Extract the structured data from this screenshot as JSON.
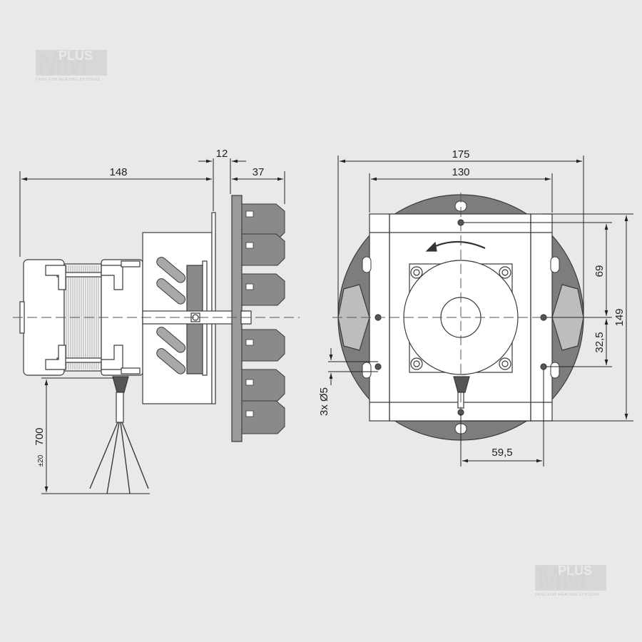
{
  "brand": {
    "logo_mark": "MM",
    "logo_word": "PLUS",
    "tagline": "FANS FOR HEATING SYSTEMS"
  },
  "side_view": {
    "dim_motor_length": "148",
    "dim_flange": "12",
    "dim_impeller": "37",
    "dim_cable_length": "700",
    "dim_cable_tolerance": "±20"
  },
  "front_view": {
    "dim_outer_diameter": "175",
    "dim_square": "130",
    "dim_hole_height_total": "149",
    "dim_hole_height_mid": "69",
    "dim_hole_offset": "32,5",
    "dim_hole_horizontal": "59,5",
    "dim_holes": "3x Ø5"
  },
  "colors": {
    "background": "#e8e9e9",
    "line": "#3a3a3a",
    "fill_light": "#ffffff",
    "fill_dark": "#7d7d7d",
    "fill_medium": "#9a9a9a"
  }
}
